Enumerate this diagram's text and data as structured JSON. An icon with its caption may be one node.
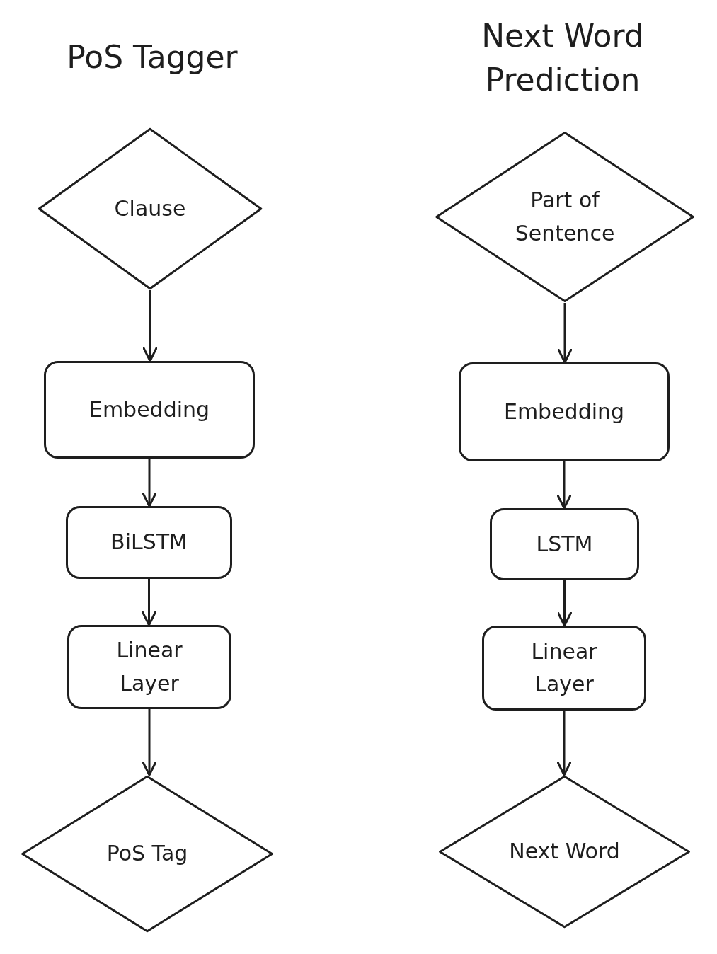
{
  "diagram": {
    "nodes": [
      {
        "text": [
          "Clause"
        ]
      },
      {
        "text": [
          "Embedding"
        ]
      },
      {
        "text": [
          "BiLSTM"
        ]
      },
      {
        "text": [
          "Linear Layer"
        ]
      },
      {
        "text": [
          "PoS Tag"
        ]
      },
      {
        "text": [
          "Part of Sentence"
        ]
      },
      {
        "text": [
          "Embedding"
        ]
      },
      {
        "text": [
          "LSTM"
        ]
      },
      {
        "text": [
          "Linear Layer"
        ]
      },
      {
        "text": [
          "Next Word"
        ]
      }
    ],
    "edges": [
      {
        "from": 0,
        "to": 1,
        "arrow": "to"
      },
      {
        "from": 1,
        "to": 2,
        "arrow": "to"
      },
      {
        "from": 2,
        "to": 3,
        "arrow": "to"
      },
      {
        "from": 3,
        "to": 4,
        "arrow": "to"
      },
      {
        "from": 5,
        "to": 6,
        "arrow": "to"
      },
      {
        "from": 6,
        "to": 7,
        "arrow": "to"
      },
      {
        "from": 7,
        "to": 8,
        "arrow": "to"
      },
      {
        "from": 8,
        "to": 9,
        "arrow": "to"
      }
    ],
    "labels": [
      "PoS Tagger",
      "Next Word Prediction"
    ]
  }
}
